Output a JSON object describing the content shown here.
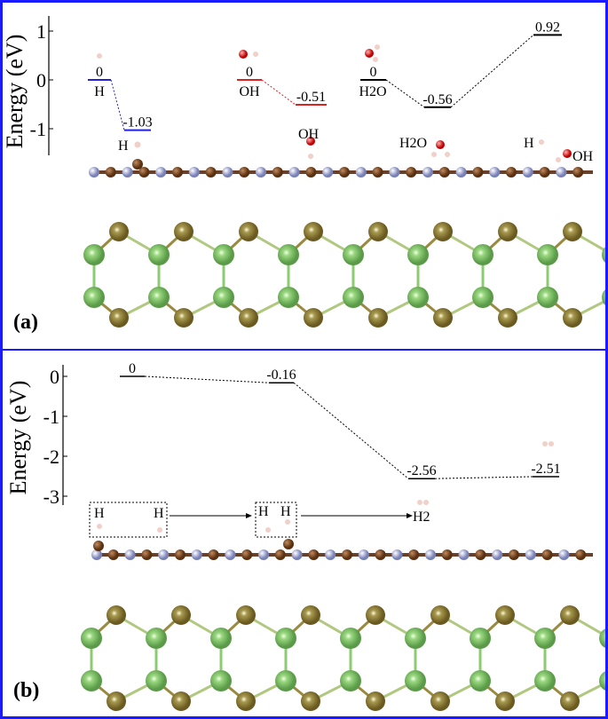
{
  "panel_a": {
    "label": "(a)",
    "ylabel": "Energy (eV)",
    "yticks": [
      "1",
      "0",
      "-1"
    ],
    "ytick_values": [
      1,
      0,
      -1
    ],
    "pathways": [
      {
        "color": "#2222dd",
        "levels": [
          {
            "value": 0,
            "label": "0",
            "sub": "H"
          },
          {
            "value": -1.03,
            "label": "-1.03"
          }
        ]
      },
      {
        "color": "#dd2222",
        "levels": [
          {
            "value": 0,
            "label": "0",
            "sub": "OH"
          },
          {
            "value": -0.51,
            "label": "-0.51"
          }
        ]
      },
      {
        "color": "#000000",
        "levels": [
          {
            "value": 0,
            "label": "0",
            "sub": "H2O"
          },
          {
            "value": -0.56,
            "label": "-0.56"
          },
          {
            "value": 0.92,
            "label": "0.92"
          }
        ]
      }
    ],
    "adsorbate_labels": [
      "H",
      "OH",
      "H2O",
      "H",
      "OH"
    ]
  },
  "panel_b": {
    "label": "(b)",
    "ylabel": "Energy (eV)",
    "yticks": [
      "0",
      "-1",
      "-2",
      "-3"
    ],
    "ytick_values": [
      0,
      -1,
      -2,
      -3
    ],
    "levels": [
      {
        "value": 0,
        "label": "0"
      },
      {
        "value": -0.16,
        "label": "-0.16"
      },
      {
        "value": -2.56,
        "label": "-2.56"
      },
      {
        "value": -2.51,
        "label": "-2.51"
      }
    ],
    "steps": [
      "H",
      "H",
      "H",
      "H",
      "H2"
    ]
  },
  "colors": {
    "frame": "#1a1aff",
    "carbon": "#7a4a2a",
    "nitrogen": "#a8b0d8",
    "hydrogen": "#e8b8b0",
    "oxygen": "#dd1111",
    "metal": "#8ccc70",
    "sulfur": "#9a8a40"
  }
}
